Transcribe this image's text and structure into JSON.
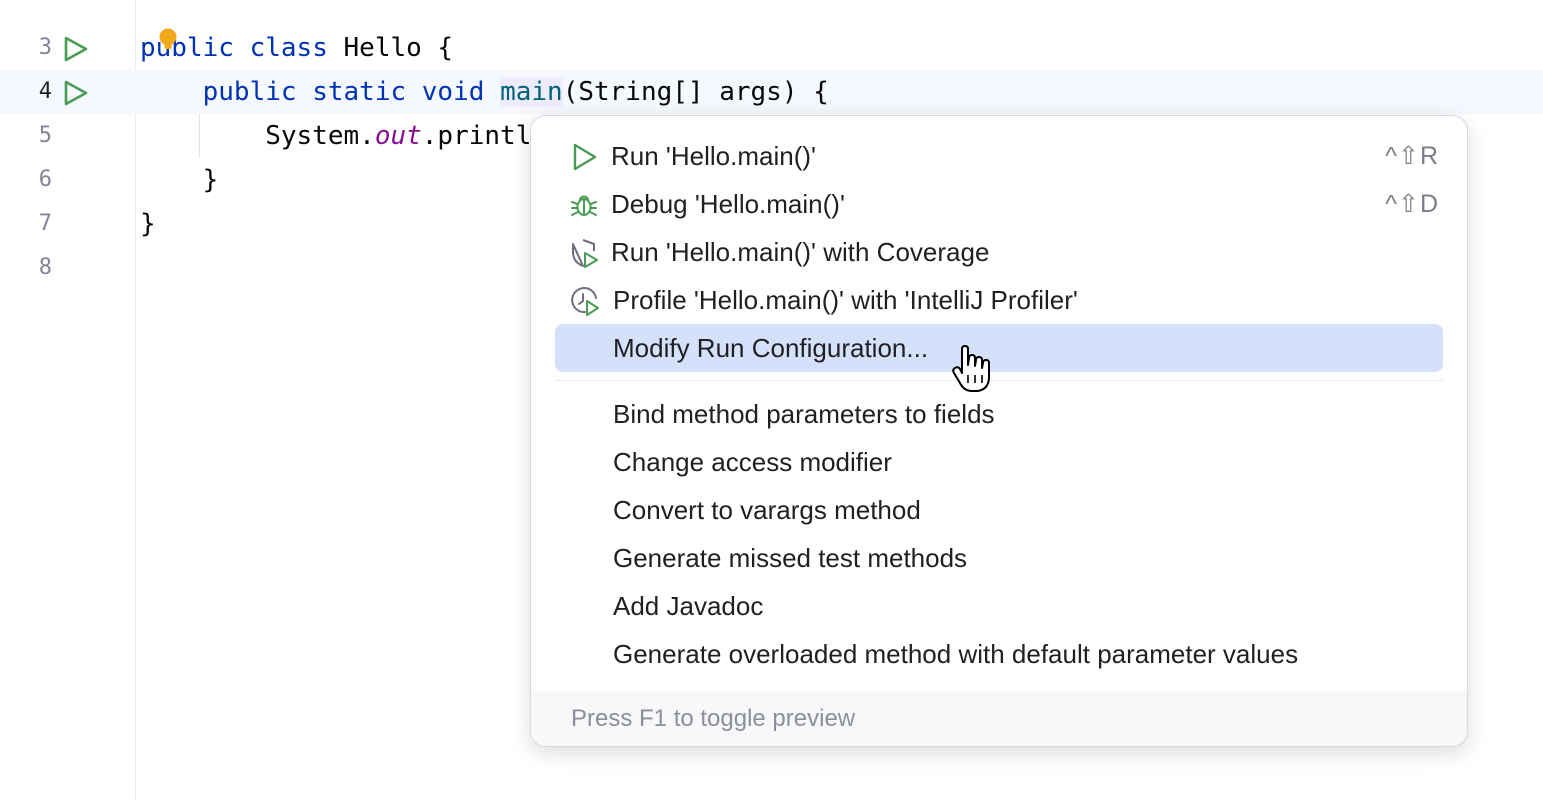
{
  "editor": {
    "lines": [
      {
        "number": "3",
        "tokens": [
          {
            "text": "public",
            "cls": "kw"
          },
          {
            "text": " ",
            "cls": ""
          },
          {
            "text": "class",
            "cls": "kw"
          },
          {
            "text": " Hello {",
            "cls": ""
          }
        ]
      },
      {
        "number": "4",
        "tokens": [
          {
            "text": "    ",
            "cls": ""
          },
          {
            "text": "public",
            "cls": "kw"
          },
          {
            "text": " ",
            "cls": ""
          },
          {
            "text": "static",
            "cls": "kw"
          },
          {
            "text": " ",
            "cls": ""
          },
          {
            "text": "void",
            "cls": "kw"
          },
          {
            "text": " ",
            "cls": ""
          },
          {
            "text": "main",
            "cls": "fn hl-main"
          },
          {
            "text": "(String[] args) {",
            "cls": ""
          }
        ]
      },
      {
        "number": "5",
        "tokens": [
          {
            "text": "        System.",
            "cls": ""
          },
          {
            "text": "out",
            "cls": "fld"
          },
          {
            "text": ".printl",
            "cls": ""
          }
        ]
      },
      {
        "number": "6",
        "tokens": [
          {
            "text": "    }",
            "cls": ""
          }
        ]
      },
      {
        "number": "7",
        "tokens": [
          {
            "text": "}",
            "cls": ""
          }
        ]
      },
      {
        "number": "8",
        "tokens": []
      }
    ]
  },
  "popup": {
    "items": [
      {
        "label": "Run 'Hello.main()'",
        "shortcut": "^⇧R",
        "icon": "run-icon"
      },
      {
        "label": "Debug 'Hello.main()'",
        "shortcut": "^⇧D",
        "icon": "debug-icon"
      },
      {
        "label": "Run 'Hello.main()' with Coverage",
        "shortcut": "",
        "icon": "coverage-icon"
      },
      {
        "label": "Profile 'Hello.main()' with 'IntelliJ Profiler'",
        "shortcut": "",
        "icon": "profiler-icon"
      },
      {
        "label": "Modify Run Configuration...",
        "shortcut": "",
        "icon": ""
      }
    ],
    "intentions": [
      {
        "label": "Bind method parameters to fields"
      },
      {
        "label": "Change access modifier"
      },
      {
        "label": "Convert to varargs method"
      },
      {
        "label": "Generate missed test methods"
      },
      {
        "label": "Add Javadoc"
      },
      {
        "label": "Generate overloaded method with default parameter values"
      }
    ],
    "footer": "Press F1 to toggle preview"
  },
  "colors": {
    "run_green": "#499c54",
    "selection": "#d5e1fb",
    "bulb": "#f2a81c"
  }
}
